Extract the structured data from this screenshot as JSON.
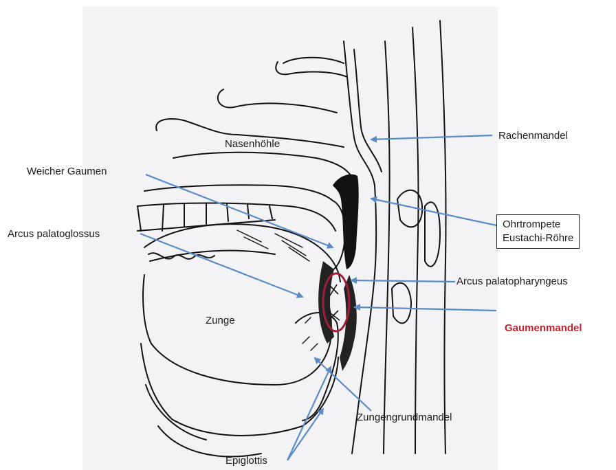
{
  "labels": {
    "nasenhoehle": "Nasenhöhle",
    "rachenmandel": "Rachenmandel",
    "weicher_gaumen": "Weicher Gaumen",
    "arcus_palatoglossus": "Arcus palatoglossus",
    "ohrtrompete_line1": "Ohrtrompete",
    "ohrtrompete_line2": "Eustachi-Röhre",
    "arcus_palatopharyngeus": "Arcus palatopharyngeus",
    "zunge": "Zunge",
    "gaumenmandel": "Gaumenmandel",
    "zungengrundmandel": "Zungengrundmandel",
    "epiglottis": "Epiglottis"
  },
  "colors": {
    "arrow": "#5b8bc4",
    "highlight": "#c8202a",
    "sketch": "#111111",
    "panel": "#f3f3f5"
  }
}
